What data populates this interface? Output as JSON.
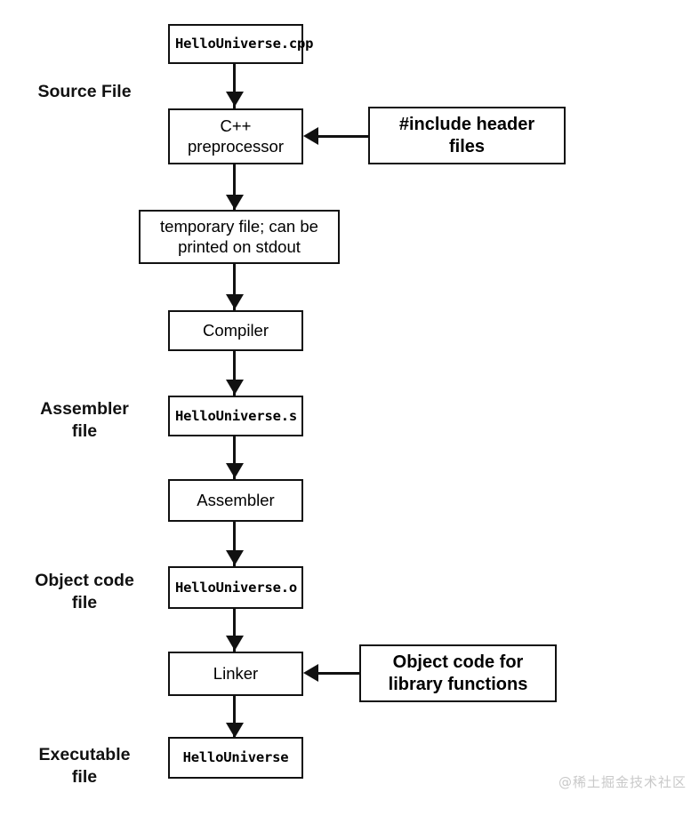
{
  "diagram": {
    "title": "C++ compilation pipeline",
    "stroke_color": "#111111",
    "background_color": "#ffffff",
    "side_labels": [
      {
        "id": "source-file",
        "text": "Source File"
      },
      {
        "id": "assembler-file",
        "text": "Assembler\nfile"
      },
      {
        "id": "object-code-file",
        "text": "Object code\nfile"
      },
      {
        "id": "executable-file",
        "text": "Executable\nfile"
      }
    ],
    "nodes": [
      {
        "id": "hellouniverse-cpp",
        "text": "HelloUniverse.cpp",
        "style": "mono"
      },
      {
        "id": "cpp-preprocessor",
        "text": "C++\npreprocessor",
        "style": "sans"
      },
      {
        "id": "include-header-files",
        "text": "#include header\nfiles",
        "style": "bold"
      },
      {
        "id": "temporary-file",
        "text": "temporary file; can be\nprinted on stdout",
        "style": "sans"
      },
      {
        "id": "compiler",
        "text": "Compiler",
        "style": "sans"
      },
      {
        "id": "hellouniverse-s",
        "text": "HelloUniverse.s",
        "style": "mono"
      },
      {
        "id": "assembler",
        "text": "Assembler",
        "style": "sans"
      },
      {
        "id": "hellouniverse-o",
        "text": "HelloUniverse.o",
        "style": "mono"
      },
      {
        "id": "linker",
        "text": "Linker",
        "style": "sans"
      },
      {
        "id": "object-code-library",
        "text": "Object code for\nlibrary functions",
        "style": "bold"
      },
      {
        "id": "hellouniverse-exe",
        "text": "HelloUniverse",
        "style": "mono"
      }
    ],
    "edges": [
      {
        "from": "hellouniverse-cpp",
        "to": "cpp-preprocessor",
        "direction": "down"
      },
      {
        "from": "include-header-files",
        "to": "cpp-preprocessor",
        "direction": "left"
      },
      {
        "from": "cpp-preprocessor",
        "to": "temporary-file",
        "direction": "down"
      },
      {
        "from": "temporary-file",
        "to": "compiler",
        "direction": "down"
      },
      {
        "from": "compiler",
        "to": "hellouniverse-s",
        "direction": "down"
      },
      {
        "from": "hellouniverse-s",
        "to": "assembler",
        "direction": "down"
      },
      {
        "from": "assembler",
        "to": "hellouniverse-o",
        "direction": "down"
      },
      {
        "from": "hellouniverse-o",
        "to": "linker",
        "direction": "down"
      },
      {
        "from": "object-code-library",
        "to": "linker",
        "direction": "left"
      },
      {
        "from": "linker",
        "to": "hellouniverse-exe",
        "direction": "down"
      }
    ]
  },
  "watermark": {
    "text": "@稀土掘金技术社区"
  }
}
